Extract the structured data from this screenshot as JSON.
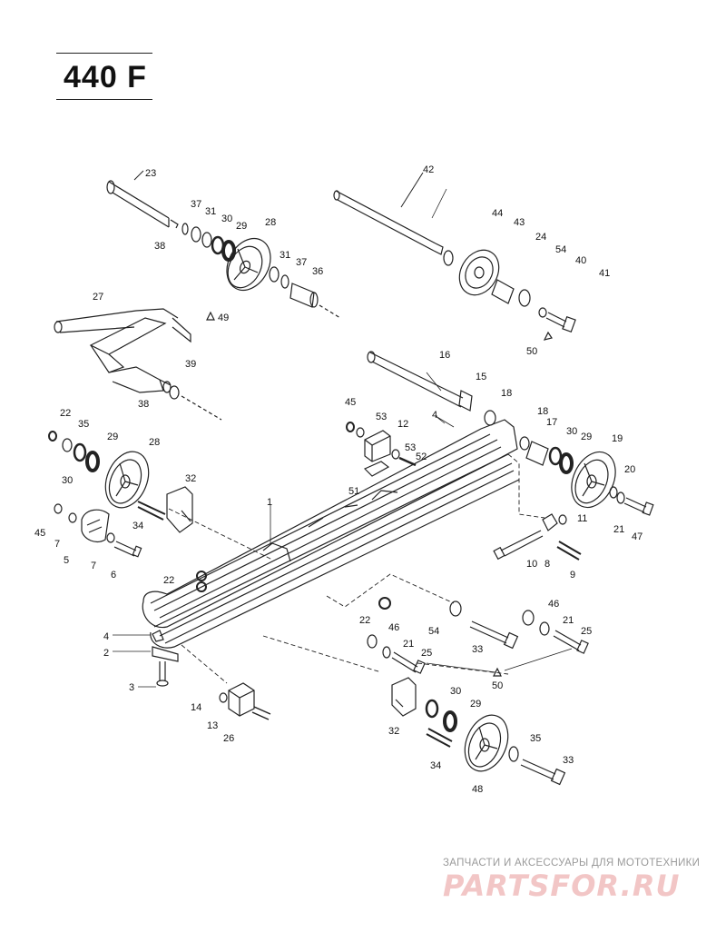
{
  "title": "440 F",
  "watermark": {
    "tagline": "ЗАПЧАСТИ И АКСЕССУАРЫ ДЛЯ МОТОТЕХНИКИ",
    "logo": "PARTSFOR.RU",
    "color": "#f2c6c6"
  },
  "callouts": [
    {
      "id": "c23",
      "text": "23"
    },
    {
      "id": "c37a",
      "text": "37"
    },
    {
      "id": "c31a",
      "text": "31"
    },
    {
      "id": "c30a",
      "text": "30"
    },
    {
      "id": "c29a",
      "text": "29"
    },
    {
      "id": "c28a",
      "text": "28"
    },
    {
      "id": "c38a",
      "text": "38"
    },
    {
      "id": "c31b",
      "text": "31"
    },
    {
      "id": "c37b",
      "text": "37"
    },
    {
      "id": "c36",
      "text": "36"
    },
    {
      "id": "c42",
      "text": "42"
    },
    {
      "id": "c44",
      "text": "44"
    },
    {
      "id": "c43",
      "text": "43"
    },
    {
      "id": "c24",
      "text": "24"
    },
    {
      "id": "c54a",
      "text": "54"
    },
    {
      "id": "c40",
      "text": "40"
    },
    {
      "id": "c41",
      "text": "41"
    },
    {
      "id": "c50a",
      "text": "50"
    },
    {
      "id": "c27",
      "text": "27"
    },
    {
      "id": "c49",
      "text": "49"
    },
    {
      "id": "c39",
      "text": "39"
    },
    {
      "id": "c38b",
      "text": "38"
    },
    {
      "id": "c16",
      "text": "16"
    },
    {
      "id": "c15",
      "text": "15"
    },
    {
      "id": "c18a",
      "text": "18"
    },
    {
      "id": "c45a",
      "text": "45"
    },
    {
      "id": "c53a",
      "text": "53"
    },
    {
      "id": "c12",
      "text": "12"
    },
    {
      "id": "c4a",
      "text": "4"
    },
    {
      "id": "c53b",
      "text": "53"
    },
    {
      "id": "c52",
      "text": "52"
    },
    {
      "id": "c51",
      "text": "51"
    },
    {
      "id": "c18b",
      "text": "18"
    },
    {
      "id": "c17",
      "text": "17"
    },
    {
      "id": "c30b",
      "text": "30"
    },
    {
      "id": "c29b",
      "text": "29"
    },
    {
      "id": "c19",
      "text": "19"
    },
    {
      "id": "c20",
      "text": "20"
    },
    {
      "id": "c21a",
      "text": "21"
    },
    {
      "id": "c47",
      "text": "47"
    },
    {
      "id": "c11",
      "text": "11"
    },
    {
      "id": "c10",
      "text": "10"
    },
    {
      "id": "c8",
      "text": "8"
    },
    {
      "id": "c9",
      "text": "9"
    },
    {
      "id": "c22a",
      "text": "22"
    },
    {
      "id": "c35a",
      "text": "35"
    },
    {
      "id": "c29c",
      "text": "29"
    },
    {
      "id": "c28b",
      "text": "28"
    },
    {
      "id": "c30c",
      "text": "30"
    },
    {
      "id": "c32a",
      "text": "32"
    },
    {
      "id": "c34a",
      "text": "34"
    },
    {
      "id": "c1",
      "text": "1"
    },
    {
      "id": "c45b",
      "text": "45"
    },
    {
      "id": "c7a",
      "text": "7"
    },
    {
      "id": "c5",
      "text": "5"
    },
    {
      "id": "c7b",
      "text": "7"
    },
    {
      "id": "c6",
      "text": "6"
    },
    {
      "id": "c22b",
      "text": "22"
    },
    {
      "id": "c22c",
      "text": "22"
    },
    {
      "id": "c46a",
      "text": "46"
    },
    {
      "id": "c54b",
      "text": "54"
    },
    {
      "id": "c33a",
      "text": "33"
    },
    {
      "id": "c46b",
      "text": "46"
    },
    {
      "id": "c21b",
      "text": "21"
    },
    {
      "id": "c25a",
      "text": "25"
    },
    {
      "id": "c21c",
      "text": "21"
    },
    {
      "id": "c25b",
      "text": "25"
    },
    {
      "id": "c50b",
      "text": "50"
    },
    {
      "id": "c4b",
      "text": "4"
    },
    {
      "id": "c2",
      "text": "2"
    },
    {
      "id": "c3",
      "text": "3"
    },
    {
      "id": "c14",
      "text": "14"
    },
    {
      "id": "c13",
      "text": "13"
    },
    {
      "id": "c26",
      "text": "26"
    },
    {
      "id": "c32b",
      "text": "32"
    },
    {
      "id": "c30d",
      "text": "30"
    },
    {
      "id": "c29d",
      "text": "29"
    },
    {
      "id": "c34b",
      "text": "34"
    },
    {
      "id": "c35b",
      "text": "35"
    },
    {
      "id": "c33b",
      "text": "33"
    },
    {
      "id": "c48",
      "text": "48"
    }
  ]
}
